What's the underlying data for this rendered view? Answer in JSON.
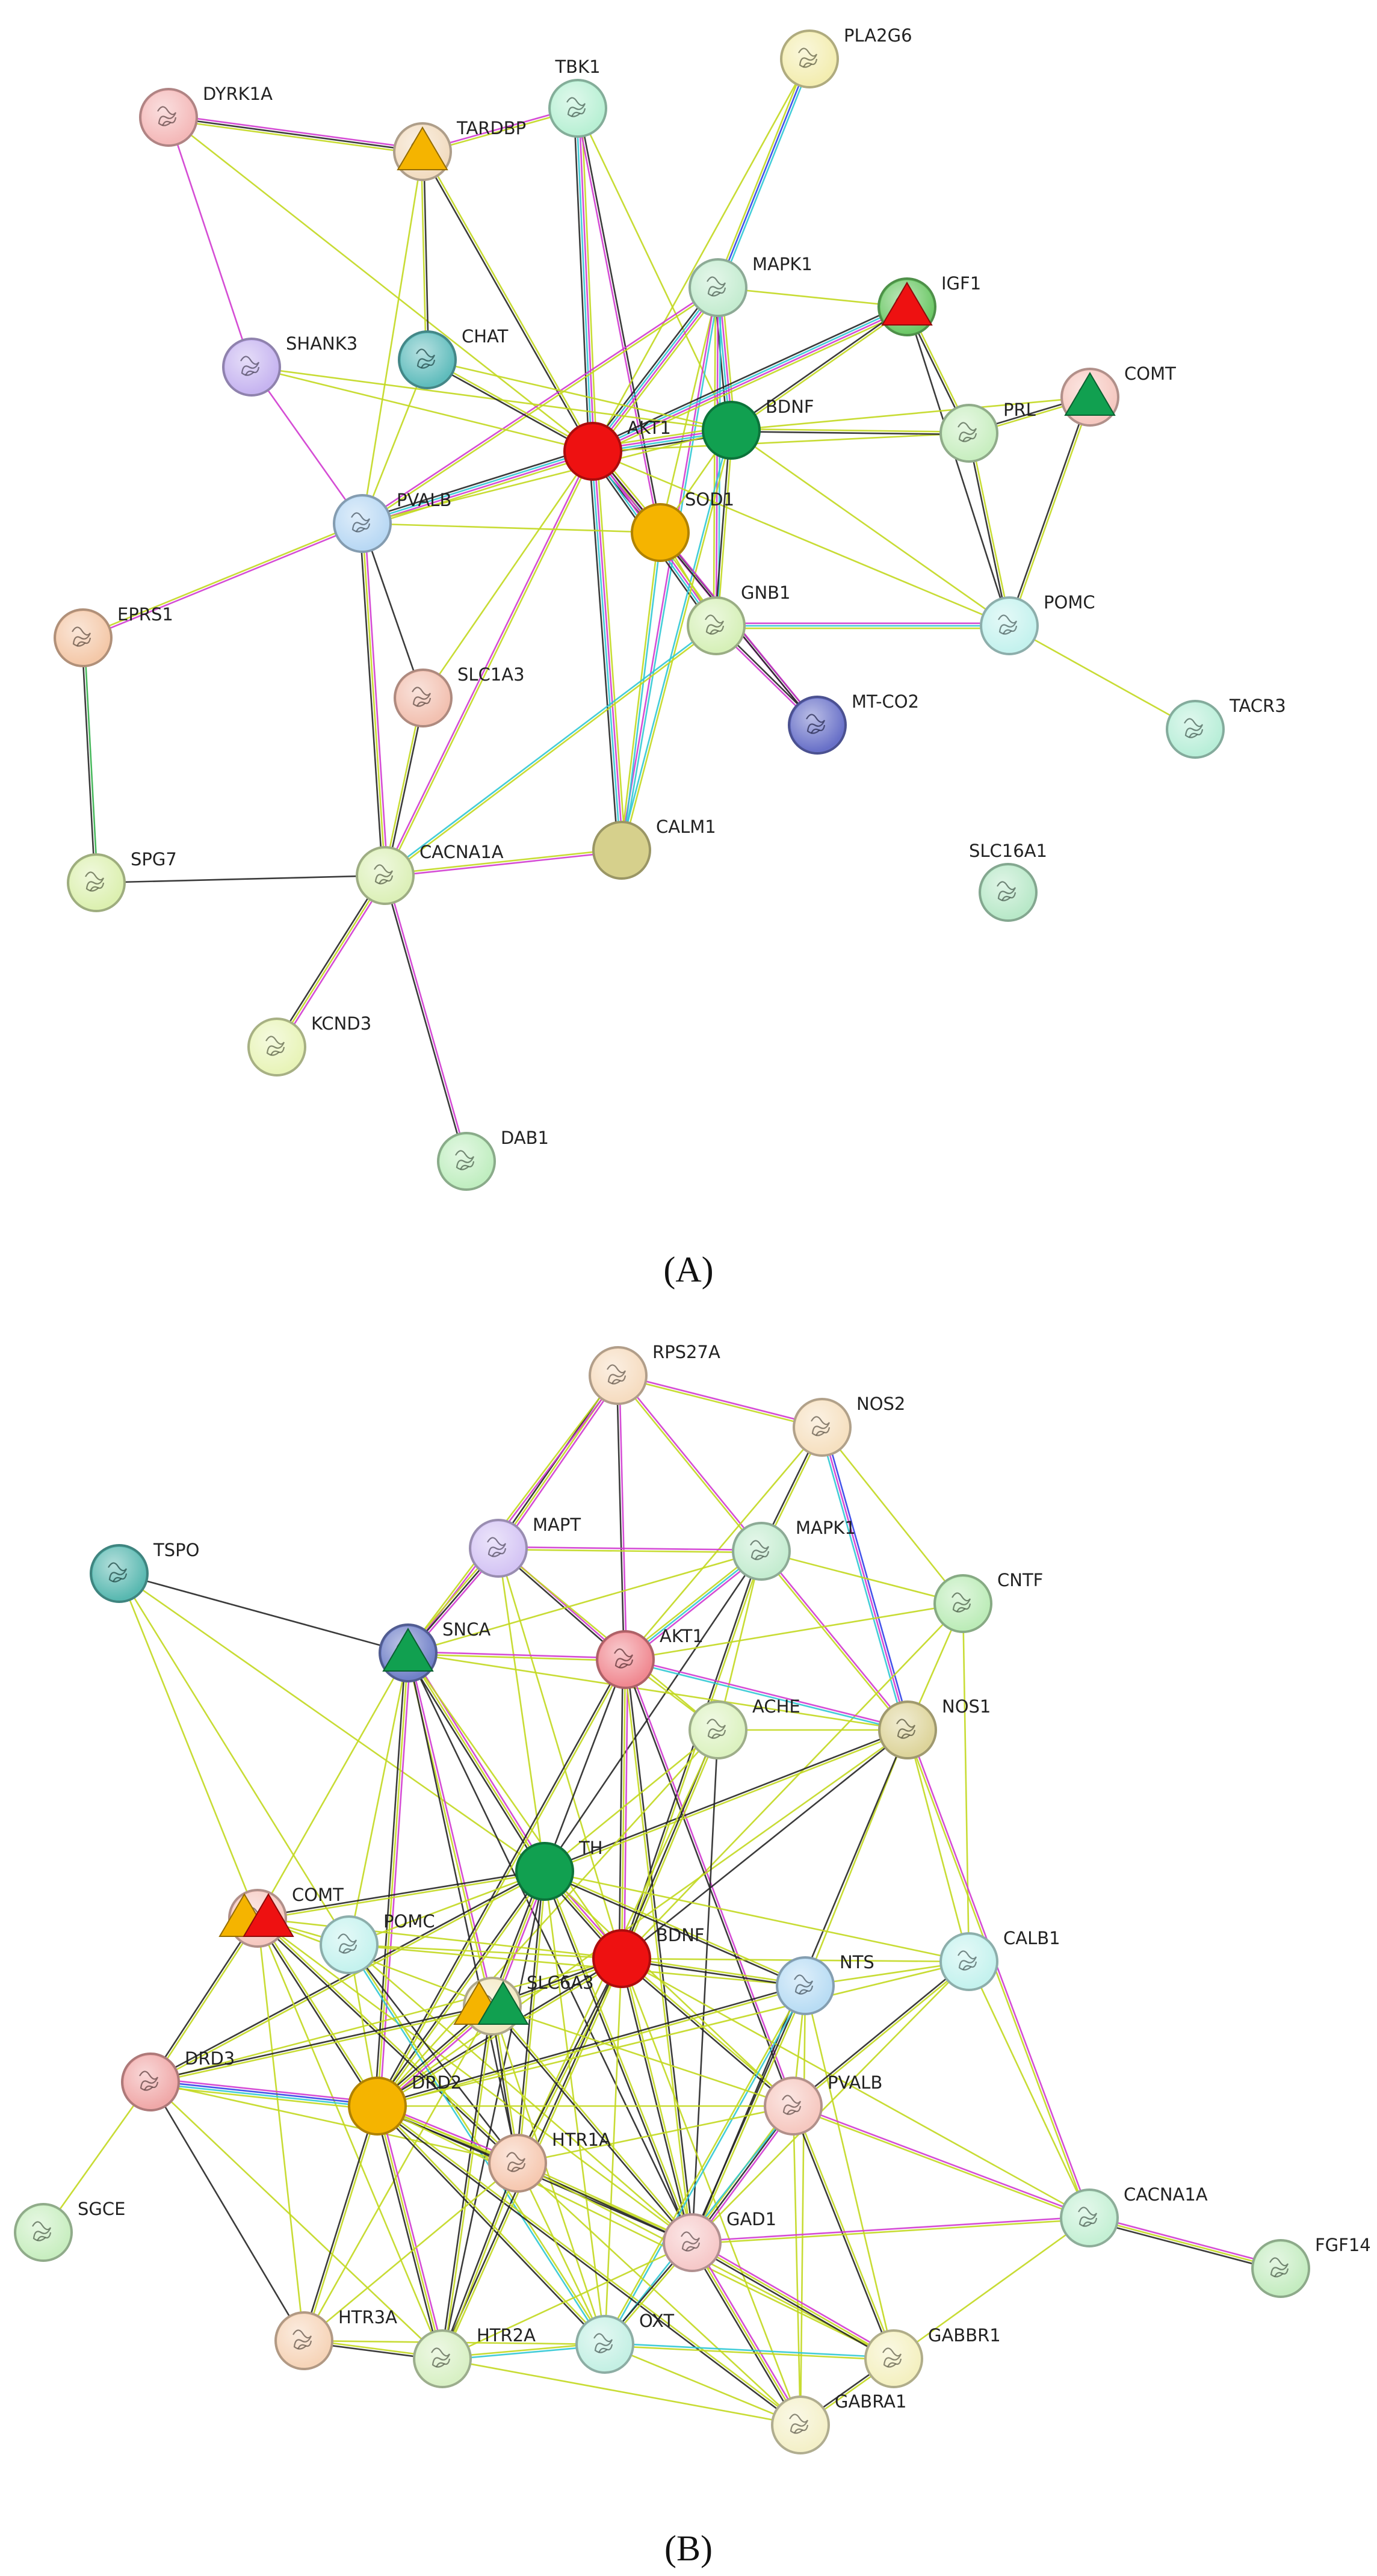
{
  "panels": [
    {
      "label": "A",
      "nodes": [
        {
          "id": "DYRK1A",
          "color": "#f4b8b8"
        },
        {
          "id": "TARDBP",
          "color": "#f2dcc0",
          "marker": "triangle",
          "marker_colors": [
            "#f5b400"
          ]
        },
        {
          "id": "TBK1",
          "color": "#b8f0d4"
        },
        {
          "id": "PLA2G6",
          "color": "#f3edb0"
        },
        {
          "id": "MAPK1",
          "color": "#c4ecd0"
        },
        {
          "id": "IGF1",
          "color": "#6cc866",
          "marker": "triangle",
          "marker_colors": [
            "#ee1111"
          ]
        },
        {
          "id": "COMT",
          "color": "#f6c8c0",
          "marker": "triangle",
          "marker_colors": [
            "#11a050"
          ]
        },
        {
          "id": "SHANK3",
          "color": "#c6b4f0"
        },
        {
          "id": "CHAT",
          "color": "#5fbcbc"
        },
        {
          "id": "AKT1",
          "color": "#ee1111",
          "marker": "solid"
        },
        {
          "id": "BDNF",
          "color": "#11a050",
          "marker": "solid"
        },
        {
          "id": "PRL",
          "color": "#c8eec0"
        },
        {
          "id": "PVALB",
          "color": "#b8d8f4"
        },
        {
          "id": "SOD1",
          "color": "#f5b400",
          "marker": "solid"
        },
        {
          "id": "EPRS1",
          "color": "#f4c8a8"
        },
        {
          "id": "GNB1",
          "color": "#d6f0b8"
        },
        {
          "id": "POMC",
          "color": "#c4f2ee"
        },
        {
          "id": "SLC1A3",
          "color": "#f2c0b0"
        },
        {
          "id": "MT-CO2",
          "color": "#6870c8"
        },
        {
          "id": "TACR3",
          "color": "#b8eed8"
        },
        {
          "id": "CALM1",
          "color": "#d6d08c",
          "marker": "solid"
        },
        {
          "id": "SPG7",
          "color": "#dcf0b0"
        },
        {
          "id": "CACNA1A",
          "color": "#dcf0b8"
        },
        {
          "id": "SLC16A1",
          "color": "#b8e8c8"
        },
        {
          "id": "KCND3",
          "color": "#e8f4b8"
        },
        {
          "id": "DAB1",
          "color": "#c0eec0"
        }
      ]
    },
    {
      "label": "B",
      "nodes": [
        {
          "id": "RPS27A",
          "color": "#f6dcc0"
        },
        {
          "id": "NOS2",
          "color": "#f6e0c0"
        },
        {
          "id": "TSPO",
          "color": "#58b8b0"
        },
        {
          "id": "MAPT",
          "color": "#d4c4f4"
        },
        {
          "id": "MAPK1",
          "color": "#c4ecd0"
        },
        {
          "id": "CNTF",
          "color": "#bcecb8"
        },
        {
          "id": "SNCA",
          "color": "#7080c8",
          "marker": "triangle",
          "marker_colors": [
            "#11a050"
          ]
        },
        {
          "id": "AKT1",
          "color": "#f08890"
        },
        {
          "id": "NOS1",
          "color": "#ddd49a"
        },
        {
          "id": "ACHE",
          "color": "#dcf2c0"
        },
        {
          "id": "TH",
          "color": "#11a050",
          "marker": "solid"
        },
        {
          "id": "COMT",
          "color": "#f6c8c0",
          "marker": "double-triangle",
          "marker_colors": [
            "#f5b400",
            "#ee1111"
          ]
        },
        {
          "id": "POMC",
          "color": "#c4f2ee"
        },
        {
          "id": "BDNF",
          "color": "#ee1111",
          "marker": "solid"
        },
        {
          "id": "NTS",
          "color": "#b8dcf4"
        },
        {
          "id": "CALB1",
          "color": "#c4f2ee"
        },
        {
          "id": "SLC6A3",
          "color": "#f2e8c0",
          "marker": "double-triangle",
          "marker_colors": [
            "#f5b400",
            "#11a050"
          ]
        },
        {
          "id": "DRD3",
          "color": "#f0a8a8"
        },
        {
          "id": "DRD2",
          "color": "#f5b400",
          "marker": "solid"
        },
        {
          "id": "PVALB",
          "color": "#f6c8c0"
        },
        {
          "id": "HTR1A",
          "color": "#f6c8b0"
        },
        {
          "id": "GAD1",
          "color": "#f6c8c8"
        },
        {
          "id": "CACNA1A",
          "color": "#c4f0d4"
        },
        {
          "id": "SGCE",
          "color": "#c8eec0"
        },
        {
          "id": "FGF14",
          "color": "#c4ecc0"
        },
        {
          "id": "HTR3A",
          "color": "#f6d4b8"
        },
        {
          "id": "HTR2A",
          "color": "#d8f0c4"
        },
        {
          "id": "OXT",
          "color": "#c4f0e4"
        },
        {
          "id": "GABBR1",
          "color": "#f4f0c0"
        },
        {
          "id": "GABRA1",
          "color": "#f4f0c8"
        }
      ]
    }
  ]
}
